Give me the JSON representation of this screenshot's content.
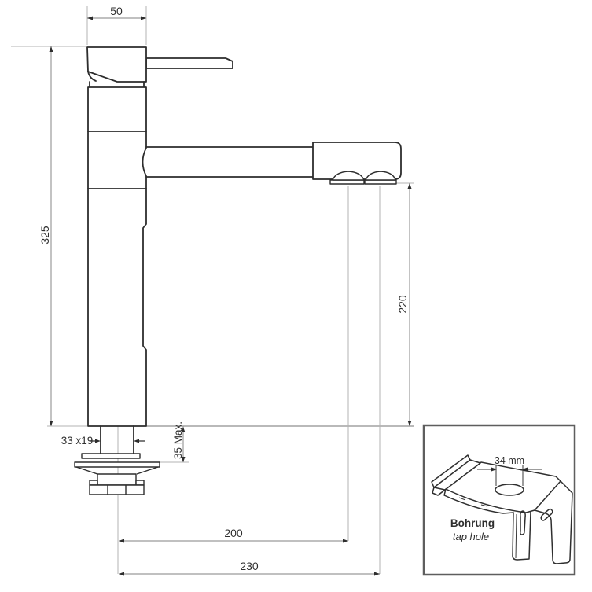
{
  "drawing": {
    "type": "technical-dimension-drawing",
    "subject": "single-lever kitchen mixer tap, side elevation with mounting dimensions",
    "dimensions": {
      "head_width": "50",
      "total_height": "325",
      "spout_clearance": "220",
      "spout_reach": "200",
      "overall_reach": "230",
      "shank_thread": "33 x19",
      "deck_thickness": "35 Max."
    },
    "inset": {
      "hole_diameter": "34 mm",
      "label_de": "Bohrung",
      "label_en": "tap hole"
    },
    "colors": {
      "outline": "#2d2d2d",
      "dimension_line": "#9b9b9b",
      "extension_line": "#b3b3b3",
      "label_text": "#2e2e2e",
      "inset_border": "#5e5e5e",
      "background": "#ffffff"
    }
  }
}
